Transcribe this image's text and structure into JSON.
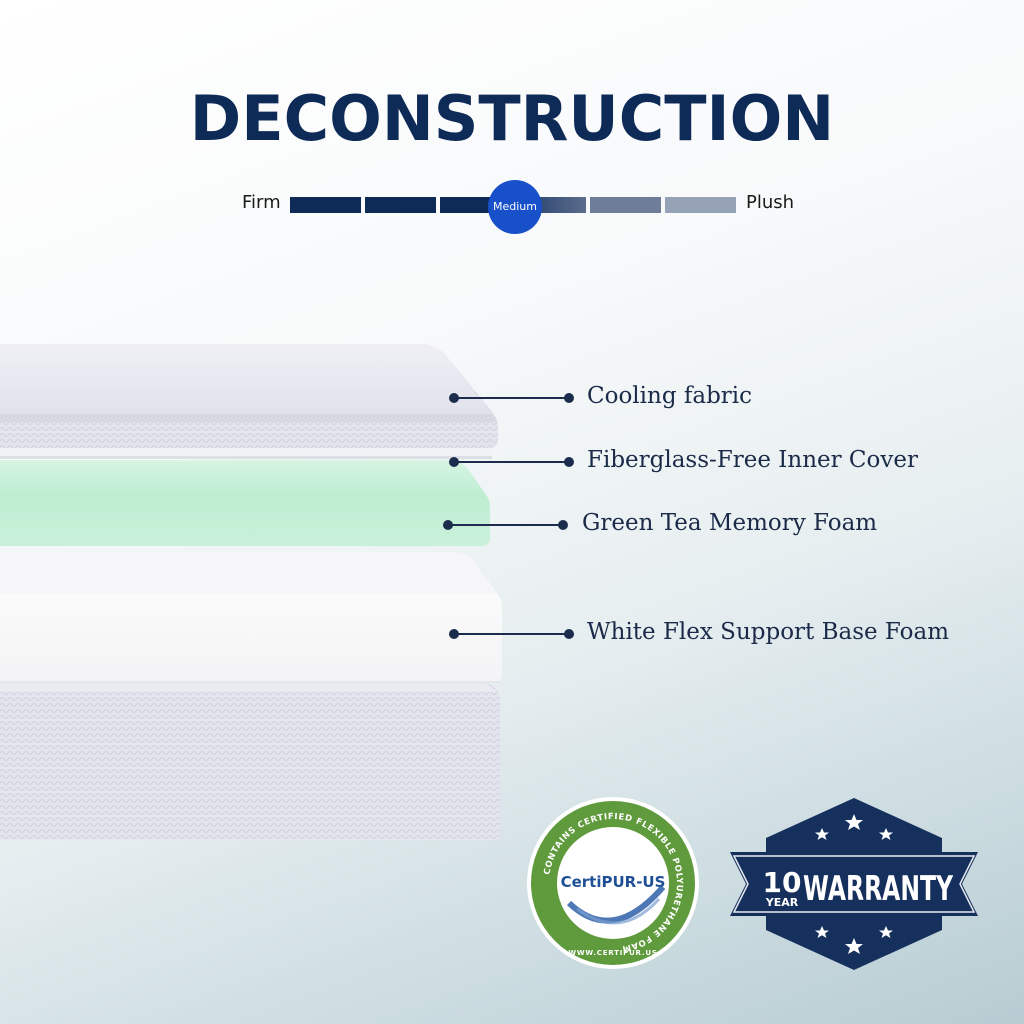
{
  "page": {
    "title": "DECONSTRUCTION"
  },
  "firmness": {
    "left_label": "Firm",
    "right_label": "Plush",
    "selected_label": "Medium",
    "segment_colors": [
      "#0e2a57",
      "#0e2a57",
      "#0e2a57",
      "#3d5176",
      "#6e7e98",
      "#96a3b6"
    ]
  },
  "callouts": [
    {
      "label": "Cooling fabric"
    },
    {
      "label": "Fiberglass-Free Inner Cover"
    },
    {
      "label": "Green Tea Memory Foam"
    },
    {
      "label": "White Flex Support Base Foam"
    }
  ],
  "badges": {
    "certipur": {
      "brand": "CertiPUR-US",
      "ring_text": "CONTAINS CERTIFIED FLEXIBLE POLYURETHANE FOAM",
      "url": "WWW.CERTIPUR.US"
    },
    "warranty": {
      "number": "10",
      "unit": "YEAR",
      "word": "WARRANTY"
    }
  },
  "colors": {
    "navy": "#0e2a57",
    "accent_blue": "#1750c9",
    "foam_green": "#bdeed2",
    "cert_green": "#5f9a3c"
  }
}
